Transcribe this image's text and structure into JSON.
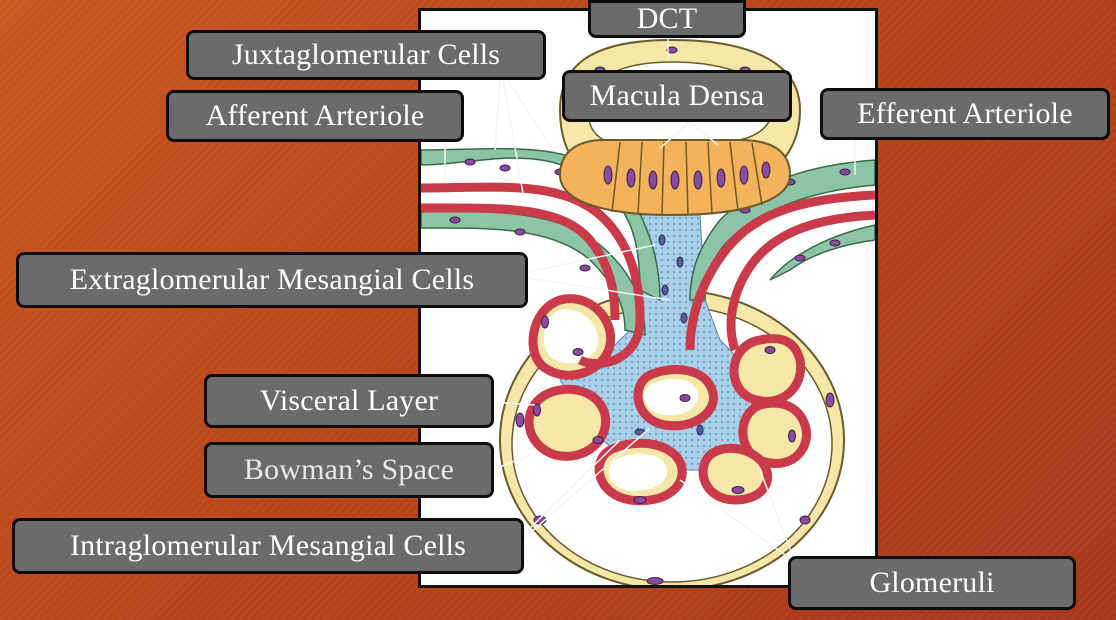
{
  "labels": {
    "dct": "DCT",
    "juxtaglomerular_cells": "Juxtaglomerular Cells",
    "macula_densa": "Macula Densa",
    "afferent_arteriole": "Afferent Arteriole",
    "efferent_arteriole": "Efferent Arteriole",
    "extraglomerular_mesangial_cells": "Extraglomerular Mesangial Cells",
    "visceral_layer": "Visceral Layer",
    "bowmans_space": "Bowman’s Space",
    "intraglomerular_mesangial_cells": "Intraglomerular Mesangial Cells",
    "glomeruli": "Glomeruli"
  },
  "colors": {
    "background": "#b8461a",
    "label_box": "#6b6b6b",
    "label_text": "#ffffff",
    "vessel_wall": "#c93a4a",
    "tubule_cells": "#f3b35c",
    "tubule_nuclei": "#8a4a9e",
    "jg_cells": "#8cc4a6",
    "mesangium": "#a9cfe9",
    "capsule": "#f5e7a8"
  }
}
